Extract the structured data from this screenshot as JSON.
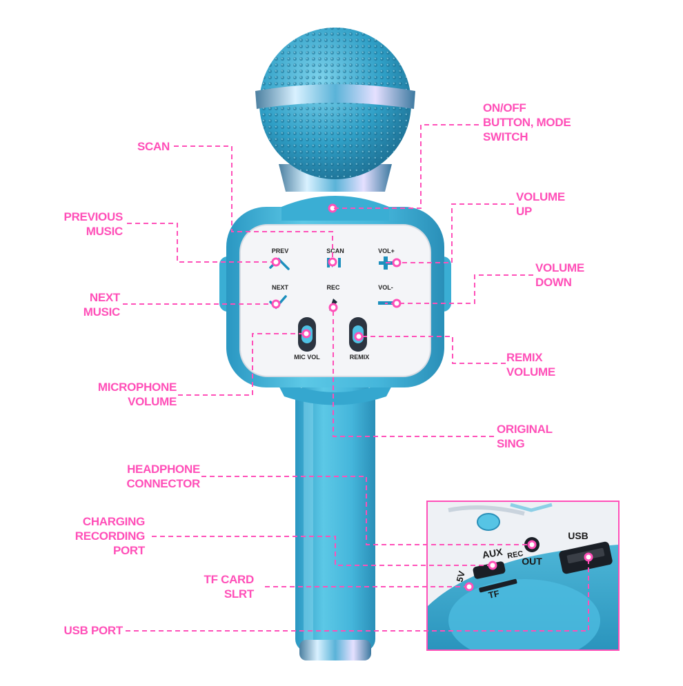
{
  "callouts": {
    "scan": "SCAN",
    "on_off": "ON/OFF\nBUTTON, MODE\nSWITCH",
    "previous_music": "PREVIOUS\nMUSIC",
    "volume_up": "VOLUME\nUP",
    "volume_down": "VOLUME\nDOWN",
    "next_music": "NEXT\nMUSIC",
    "remix_volume": "REMIX\nVOLUME",
    "microphone_volume": "MICROPHONE\nVOLUME",
    "original_sing": "ORIGINAL\nSING",
    "headphone_connector": "HEADPHONE\nCONNECTOR",
    "charging_recording_port": "CHARGING\nRECORDING\nPORT",
    "tf_card_slot": "TF CARD\nSLRT",
    "usb_port": "USB PORT"
  },
  "panel_labels": {
    "prev": "PREV",
    "scan": "SCAN",
    "vol_plus": "VOL+",
    "next": "NEXT",
    "rec": "REC",
    "vol_minus": "VOL-",
    "mic_vol": "MIC VOL",
    "remix": "REMIX"
  },
  "inset_labels": {
    "aux": "AUX",
    "rec": "REC",
    "out": "OUT",
    "usb": "USB",
    "five_v": "5V",
    "tf": "TF"
  },
  "colors": {
    "callout": "#ff4fb8",
    "body": "#3fb6d8",
    "panel": "#f4f5f8"
  }
}
